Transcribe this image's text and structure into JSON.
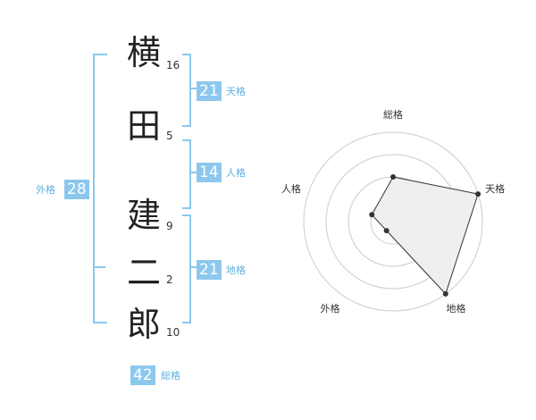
{
  "name": {
    "chars": [
      {
        "char": "横",
        "strokes": "16"
      },
      {
        "char": "田",
        "strokes": "5"
      },
      {
        "char": "建",
        "strokes": "9"
      },
      {
        "char": "二",
        "strokes": "2"
      },
      {
        "char": "郎",
        "strokes": "10"
      }
    ]
  },
  "kaku": {
    "ten": {
      "value": "21",
      "label": "天格"
    },
    "jin": {
      "value": "14",
      "label": "人格"
    },
    "chi": {
      "value": "21",
      "label": "地格"
    },
    "gai": {
      "value": "28",
      "label": "外格"
    },
    "sou": {
      "value": "42",
      "label": "総格"
    }
  },
  "chart_data": {
    "type": "radar",
    "axes": [
      "総格",
      "天格",
      "地格",
      "外格",
      "人格"
    ],
    "values": [
      2,
      4,
      4,
      0.5,
      1
    ],
    "rmax": 4,
    "rings": 4,
    "colors": {
      "fill": "#efefef",
      "line": "#333333",
      "grid": "#cccccc",
      "center": "#cccccc"
    }
  },
  "colors": {
    "accent": "#8cc8ee",
    "accent_text": "#5fb0e0"
  }
}
